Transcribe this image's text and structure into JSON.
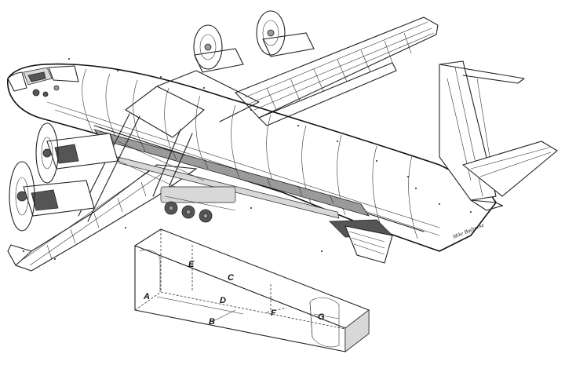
{
  "diagram": {
    "dimension_labels": {
      "a": "A",
      "b": "B",
      "c": "C",
      "d": "D",
      "e": "E",
      "f": "F",
      "g": "G"
    },
    "artist_signature": "Mike Badrocke",
    "colors": {
      "line": "#222222",
      "fill_dark": "#555555",
      "fill_grey": "#9a9a9a",
      "background": "#ffffff"
    }
  }
}
